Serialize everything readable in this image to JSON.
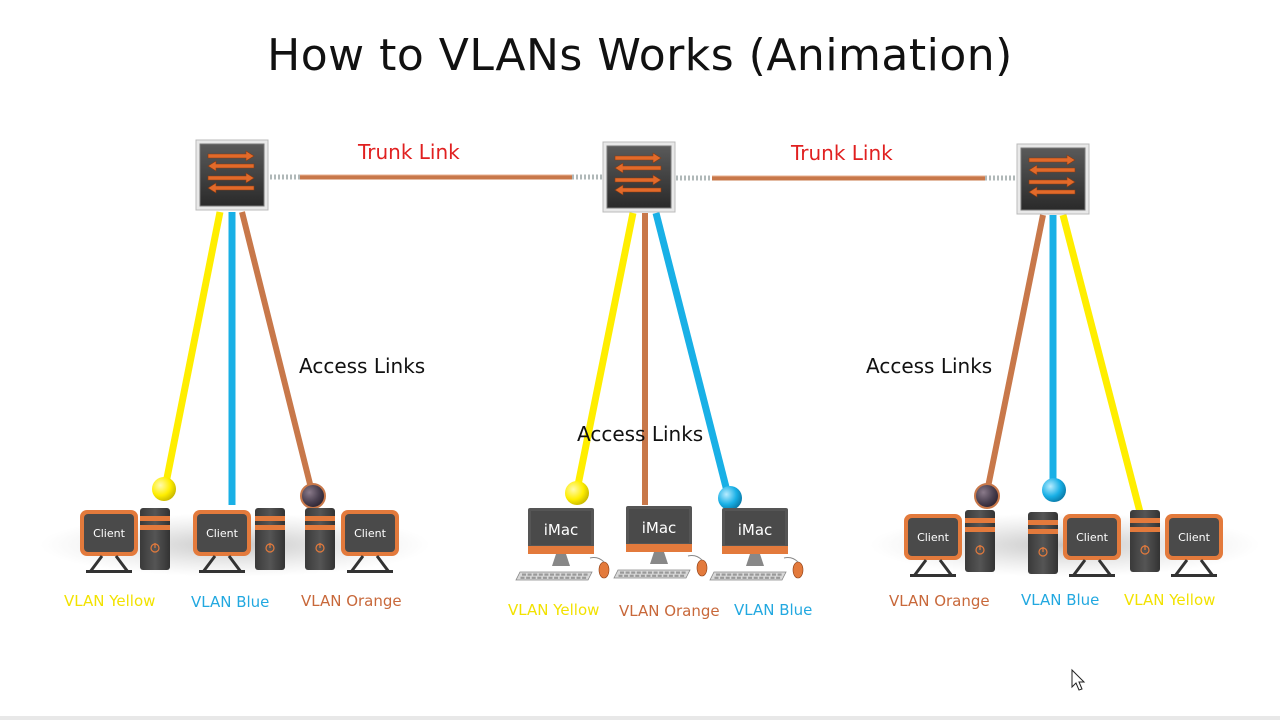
{
  "title": "How to VLANs Works (Animation)",
  "colors": {
    "yellow": "#ffee00",
    "blue": "#19b0e6",
    "orange": "#c8784a",
    "vlan_yellow_text": "#f2e200",
    "vlan_blue_text": "#22a8e0",
    "vlan_orange_text": "#c8683a",
    "trunk_text": "#e02020",
    "device_orange": "#e37a3c",
    "device_gray": "#4a4a4a"
  },
  "trunk_links": [
    {
      "label": "Trunk Link"
    },
    {
      "label": "Trunk Link"
    }
  ],
  "access_links": [
    {
      "label": "Access Links"
    },
    {
      "label": "Access Links"
    },
    {
      "label": "Access Links"
    }
  ],
  "groups": [
    {
      "devices": [
        {
          "type": "client",
          "screen_text": "Client",
          "vlan": "VLAN Yellow"
        },
        {
          "type": "client",
          "screen_text": "Client",
          "vlan": "VLAN Blue"
        },
        {
          "type": "client",
          "screen_text": "Client",
          "vlan": "VLAN Orange"
        }
      ]
    },
    {
      "devices": [
        {
          "type": "imac",
          "screen_text": "iMac",
          "vlan": "VLAN Yellow"
        },
        {
          "type": "imac",
          "screen_text": "iMac",
          "vlan": "VLAN Orange"
        },
        {
          "type": "imac",
          "screen_text": "iMac",
          "vlan": "VLAN Blue"
        }
      ]
    },
    {
      "devices": [
        {
          "type": "client",
          "screen_text": "Client",
          "vlan": "VLAN Orange"
        },
        {
          "type": "client",
          "screen_text": "Client",
          "vlan": "VLAN Blue"
        },
        {
          "type": "client",
          "screen_text": "Client",
          "vlan": "VLAN Yellow"
        }
      ]
    }
  ]
}
